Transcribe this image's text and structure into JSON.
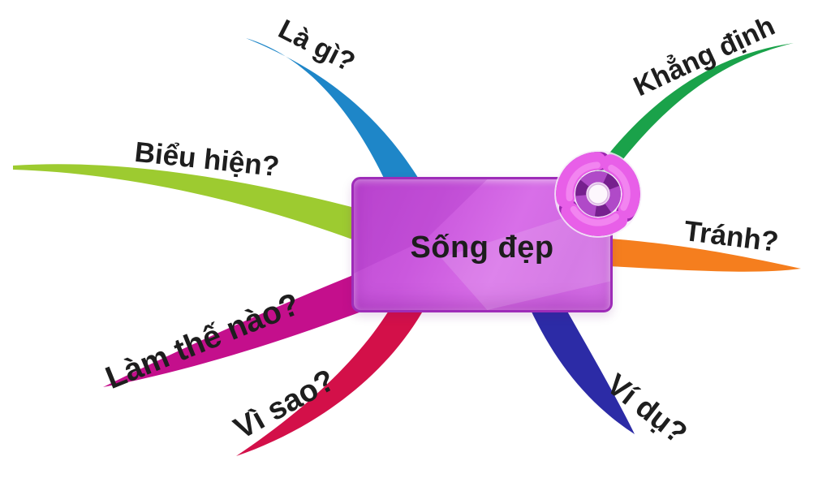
{
  "diagram": {
    "type": "mindmap",
    "central_topic": "Sống đẹp",
    "branches": [
      {
        "id": "la-gi",
        "label": "Là gì?",
        "color": "#1e86c8",
        "position": "top-left"
      },
      {
        "id": "khang-dinh",
        "label": "Khẳng định",
        "color": "#1aa24a",
        "position": "top-right"
      },
      {
        "id": "bieu-hien",
        "label": "Biểu hiện?",
        "color": "#9dcb30",
        "position": "left"
      },
      {
        "id": "tranh",
        "label": "Tránh?",
        "color": "#f57e1e",
        "position": "right"
      },
      {
        "id": "lam-the-nao",
        "label": "Làm thế nào?",
        "color": "#c40f8c",
        "position": "bottom-left"
      },
      {
        "id": "vi-sao",
        "label": "Vì sao?",
        "color": "#d31049",
        "position": "bottom"
      },
      {
        "id": "vi-du",
        "label": "Ví dụ?",
        "color": "#2c2ba6",
        "position": "bottom-right"
      }
    ],
    "colors": {
      "background": "#ffffff",
      "text": "#1e1e1e",
      "node_fill_light": "#d86fe8",
      "node_fill_dark": "#c04cd4",
      "node_border": "#9e2cb8",
      "icon_blade": "#e85fe8",
      "icon_blade_shadow": "#9c27b0",
      "icon_ring_dark": "#76208e",
      "icon_ring_light": "#b04ac8",
      "icon_center": "#fdf7fd"
    },
    "icon": {
      "name": "pinwheel-icon"
    }
  }
}
